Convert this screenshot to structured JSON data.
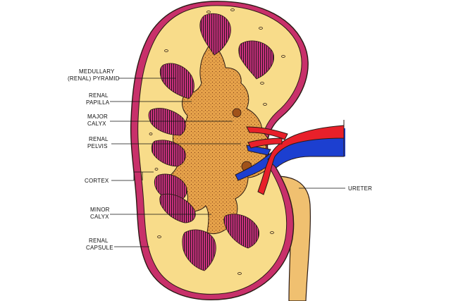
{
  "labels": {
    "medullary_1": "MEDULLARY",
    "medullary_2": "(RENAL) PYRAMID",
    "papilla_1": "RENAL",
    "papilla_2": "PAPILLA",
    "major_1": "MAJOR",
    "major_2": "CALYX",
    "pelvis_1": "RENAL",
    "pelvis_2": "PELVIS",
    "cortex": "CORTEX",
    "minor_1": "MINOR",
    "minor_2": "CALYX",
    "capsule_1": "RENAL",
    "capsule_2": "CAPSULE",
    "ureter": "URETER"
  },
  "colors": {
    "capsule": "#c8306a",
    "cortex": "#f8dc8a",
    "pyramid": "#c8307c",
    "pyramid_stripe": "#2a1620",
    "pelvis": "#e6a24a",
    "pelvis_dots": "#7a3a12",
    "artery": "#e8202a",
    "vein": "#1c3fd0",
    "ureter": "#f0c070",
    "outline": "#2b1a14"
  }
}
